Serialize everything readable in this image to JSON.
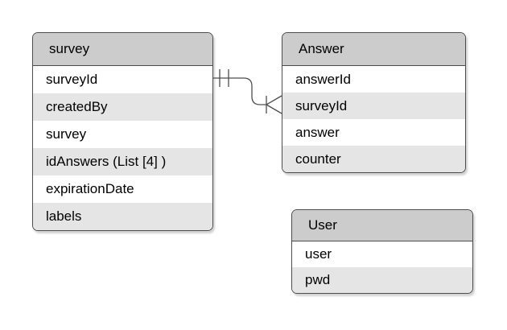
{
  "canvas": {
    "background": "#ffffff"
  },
  "entities": {
    "survey": {
      "title": "survey",
      "rows": [
        "surveyId",
        "createdBy",
        "survey",
        "idAnswers (List [4] )",
        "expirationDate",
        "labels"
      ]
    },
    "answer": {
      "title": "Answer",
      "rows": [
        "answerId",
        "surveyId",
        "answer",
        "counter"
      ]
    },
    "user": {
      "title": "User",
      "rows": [
        "user",
        "pwd"
      ]
    }
  },
  "relationship": {
    "from_entity": "survey",
    "from_field": "surveyId",
    "from_cardinality": "one-and-only-one",
    "to_entity": "Answer",
    "to_field": "surveyId",
    "to_cardinality": "one-or-many"
  },
  "colors": {
    "header_fill": "#cccccc",
    "row_fill": "#ffffff",
    "row_alt_fill": "#e5e5e5",
    "stroke": "#4d4d4d",
    "text": "#000000"
  }
}
